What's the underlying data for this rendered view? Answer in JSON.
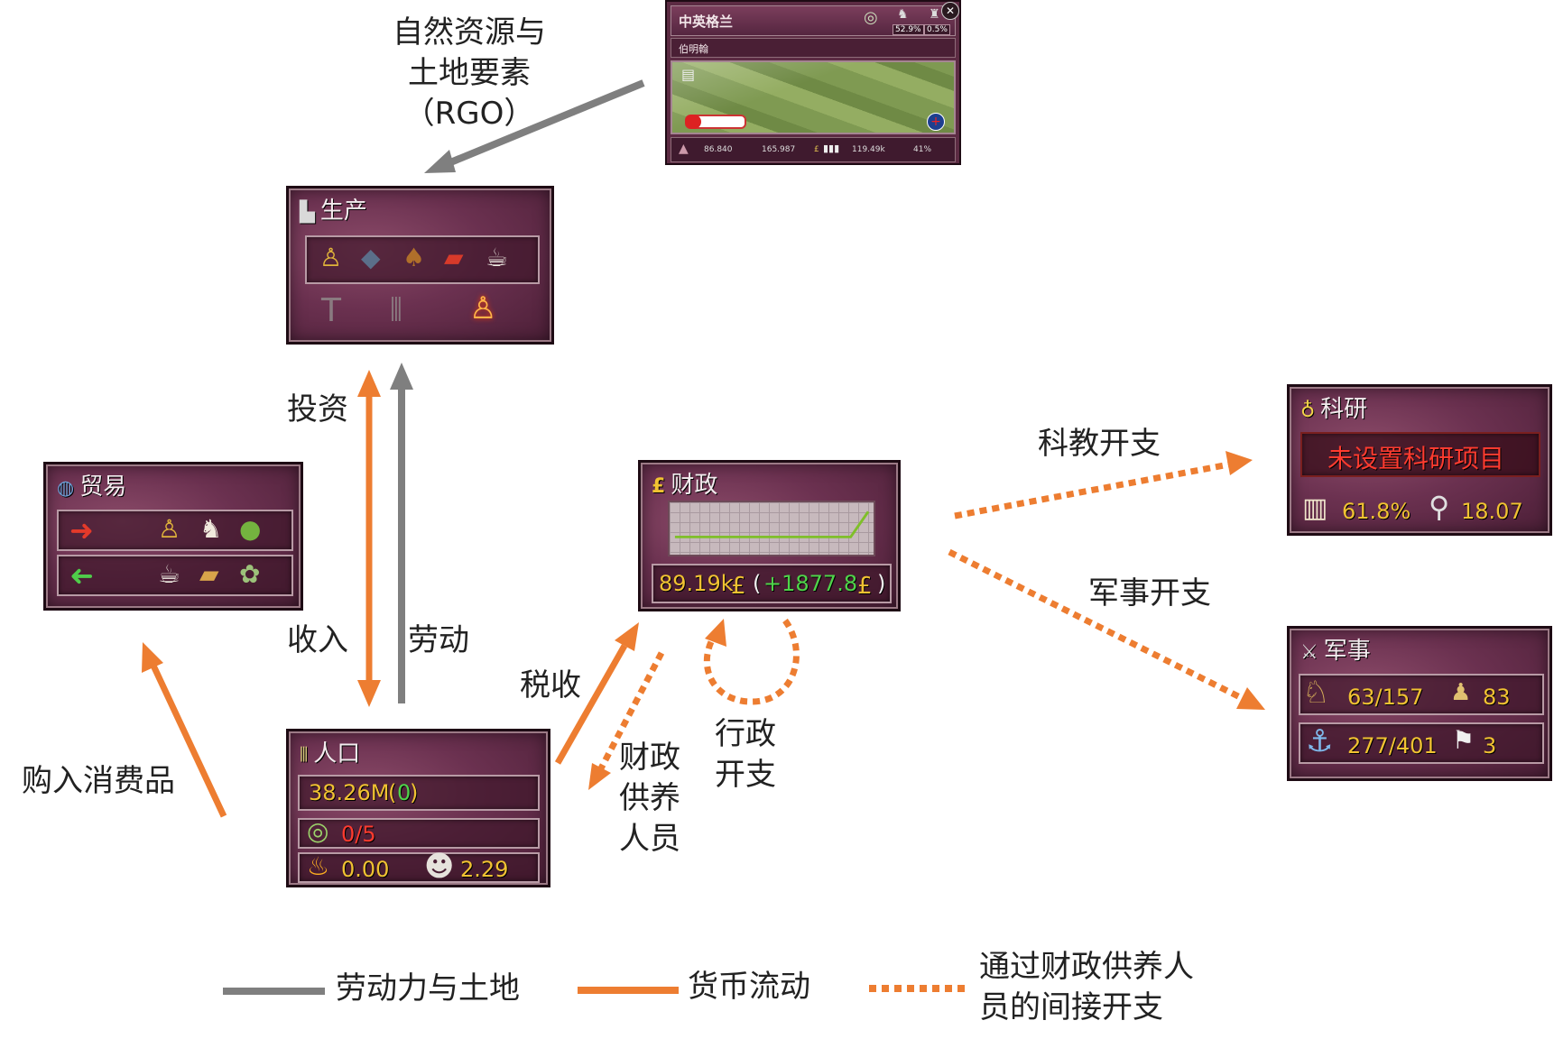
{
  "colors": {
    "gray_flow": "#7f7f7f",
    "money_flow": "#ed7d31",
    "panel_bg": "#6b3150",
    "gold_text": "#f1c232"
  },
  "labels": {
    "rgo_line1": "自然资源与",
    "rgo_line2": "土地要素",
    "rgo_line3": "（RGO）",
    "invest": "投资",
    "income": "收入",
    "labor": "劳动",
    "buy_goods": "购入消费品",
    "tax": "税收",
    "fin_staff_line1": "财政",
    "fin_staff_line2": "供养",
    "fin_staff_line3": "人员",
    "admin_line1": "行政",
    "admin_line2": "开支",
    "research_spend": "科教开支",
    "military_spend": "军事开支"
  },
  "legend": {
    "labor_land": "劳动力与土地",
    "money": "货币流动",
    "indirect_line1": "通过财政供养人",
    "indirect_line2": "员的间接开支"
  },
  "province": {
    "name": "中英格兰",
    "sub": "伯明翰",
    "pct_left": "52.9%",
    "pct_right": "0.5%",
    "stat1": "86.840",
    "stat2": "165.987",
    "stat3": "119.49k",
    "stat4": "41%",
    "close_icon": "close-icon"
  },
  "production": {
    "title": "生产",
    "icons": [
      "worker-icon",
      "ore-icon",
      "timber-icon",
      "fabric-icon",
      "tea-icon",
      "hammer-icon",
      "factory-icon",
      "artisan-icon"
    ]
  },
  "trade": {
    "title": "贸易",
    "export_icons": [
      "grain-icon",
      "sheep-icon",
      "fruit-icon"
    ],
    "import_icons": [
      "tea-icon",
      "cloth-icon",
      "opium-icon"
    ]
  },
  "finance": {
    "title": "财政",
    "treasury": "89.19k",
    "open_paren": "(",
    "daily": "+1877.8",
    "close_paren": ")",
    "currency": "£"
  },
  "population": {
    "title": "人口",
    "total": "38.26M",
    "paren_open": "(",
    "change": "0",
    "paren_close": ")",
    "ratio": "0/5",
    "militancy": "0.00",
    "consciousness": "2.29"
  },
  "research": {
    "title": "科研",
    "status": "未设置科研项目",
    "literacy": "61.8%",
    "points": "18.07"
  },
  "military": {
    "title": "军事",
    "army": "63/157",
    "army_units": "83",
    "navy": "277/401",
    "generals": "3"
  },
  "chart_data": {
    "type": "line",
    "series": [
      {
        "values": [
          0.3,
          0.3,
          0.3,
          0.3,
          0.3,
          0.3,
          0.3,
          0.3,
          0.3,
          0.3,
          0.3,
          0.9
        ]
      }
    ]
  }
}
